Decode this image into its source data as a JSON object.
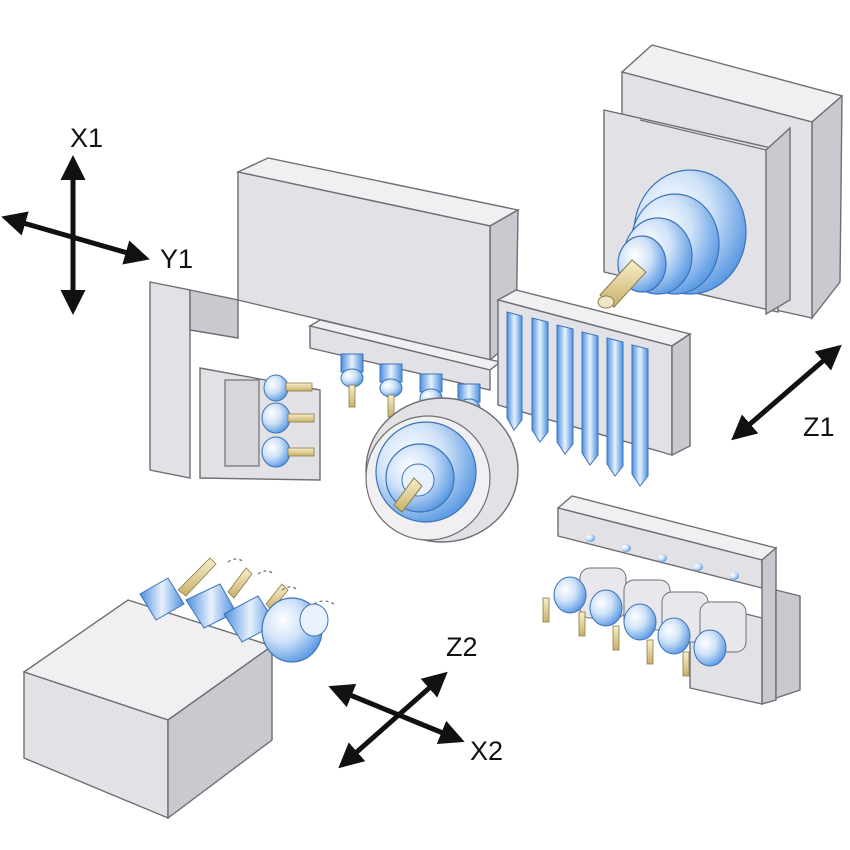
{
  "axes": {
    "x1": "X1",
    "y1": "Y1",
    "z1": "Z1",
    "z2": "Z2",
    "x2": "X2"
  },
  "colors": {
    "tool_blue": "#4a8fe0",
    "tool_blue_light": "#cfe2f8",
    "tool_tip": "#e9d9a4",
    "metal_light": "#f0f0f2",
    "metal_mid": "#e2e2e6",
    "metal_dark": "#c9c9cf",
    "outline": "#6e6e74",
    "arrow": "#111111"
  }
}
